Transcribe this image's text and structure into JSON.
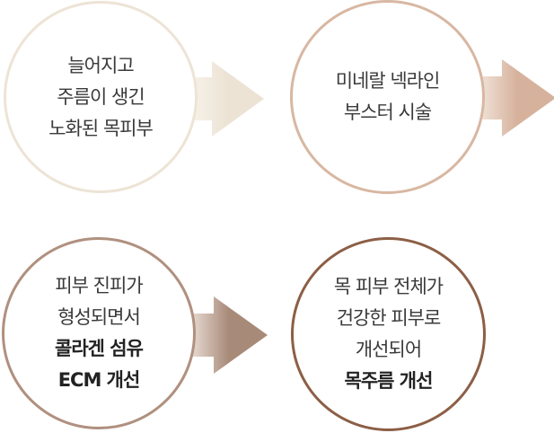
{
  "steps": [
    {
      "id": "step1",
      "border_color": "#ede4d6",
      "lines": [
        {
          "text": "늘어지고",
          "bold": false
        },
        {
          "text": "주름이 생긴",
          "bold": false
        },
        {
          "text": "노화된 목피부",
          "bold": false
        }
      ]
    },
    {
      "id": "step2",
      "border_color": "#d8b7a2",
      "lines": [
        {
          "text": "미네랄 넥라인",
          "bold": false
        },
        {
          "text": "부스터 시술",
          "bold": false
        }
      ]
    },
    {
      "id": "step3",
      "border_color": "#b0907f",
      "lines": [
        {
          "text": "피부 진피가",
          "bold": false
        },
        {
          "text": "형성되면서",
          "bold": false
        },
        {
          "text": "콜라겐 섬유",
          "bold": true
        },
        {
          "text": "ECM 개선",
          "bold": true
        }
      ]
    },
    {
      "id": "step4",
      "border_color": "#8c5f46",
      "lines": [
        {
          "text": "목 피부 전체가",
          "bold": false
        },
        {
          "text": "건강한 피부로",
          "bold": false
        },
        {
          "text": "개선되어",
          "bold": false
        },
        {
          "text": "목주름 개선",
          "bold": true
        }
      ]
    }
  ],
  "arrows": [
    {
      "id": "arrow1",
      "icon": "right-arrow-icon",
      "color_start": "#f7f2ea",
      "color_end": "#ece3d4"
    },
    {
      "id": "arrow2",
      "icon": "right-arrow-icon",
      "color_start": "#f1e4da",
      "color_end": "#d6b29c"
    },
    {
      "id": "arrow3",
      "icon": "right-arrow-icon",
      "color_start": "#e9dcd4",
      "color_end": "#a88a79"
    }
  ]
}
